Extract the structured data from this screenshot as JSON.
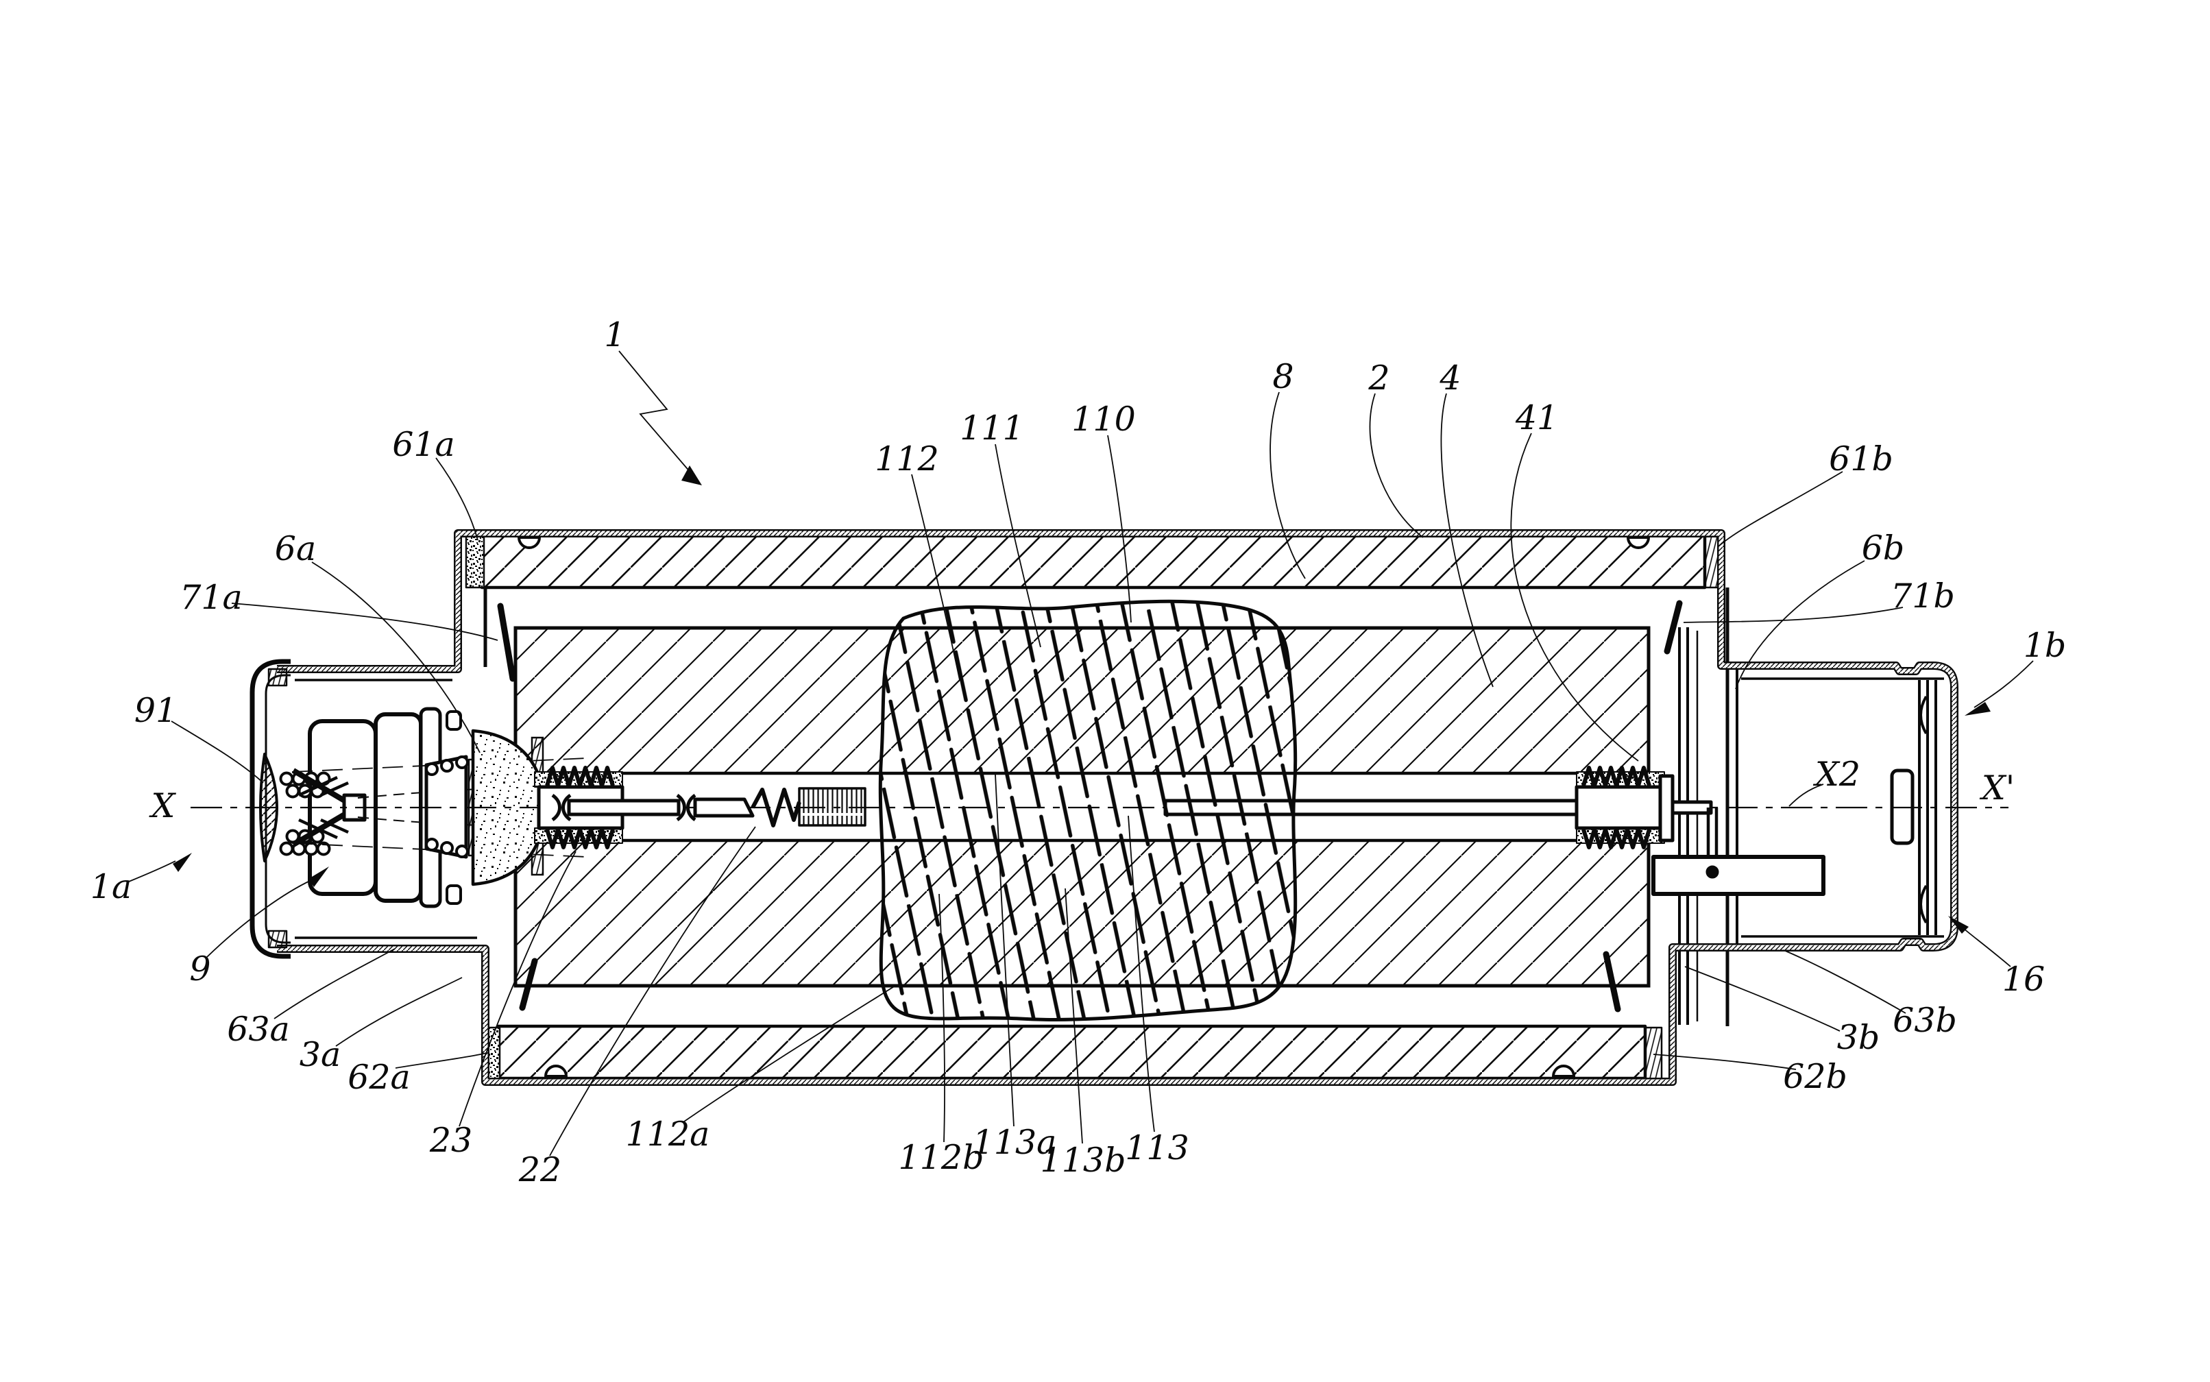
{
  "figure": {
    "type": "patent-cross-section-diagram",
    "axis": {
      "left": "X",
      "right": "X'",
      "x2": "X2"
    },
    "reference_numerals": {
      "n1": "1",
      "n1a": "1a",
      "n1b": "1b",
      "n2": "2",
      "n3a": "3a",
      "n3b": "3b",
      "n4": "4",
      "n6a": "6a",
      "n6b": "6b",
      "n8": "8",
      "n9": "9",
      "n16": "16",
      "n22": "22",
      "n23": "23",
      "n41": "41",
      "n61a": "61a",
      "n61b": "61b",
      "n62a": "62a",
      "n62b": "62b",
      "n63a": "63a",
      "n63b": "63b",
      "n71a": "71a",
      "n71b": "71b",
      "n91": "91",
      "n110": "110",
      "n111": "111",
      "n112": "112",
      "n112a": "112a",
      "n112b": "112b",
      "n113": "113",
      "n113a": "113a",
      "n113b": "113b"
    }
  },
  "colors": {
    "ink": "#0a0a0a",
    "background": "#ffffff"
  }
}
